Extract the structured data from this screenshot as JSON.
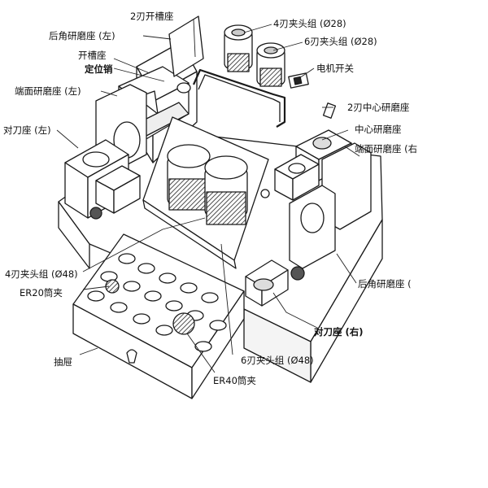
{
  "diagram": {
    "labels": {
      "slot_seat_2": "2刃开槽座",
      "clamp_4_28": "4刃夹头组 (Ø28)",
      "rear_angle_left": "后角研磨座 (左)",
      "clamp_6_28": "6刃夹头组 (Ø28)",
      "slot_seat": "开槽座",
      "locating_pin": "定位销",
      "motor_switch": "电机开关",
      "end_face_left": "端面研磨座 (左)",
      "center_2": "2刃中心研磨座",
      "center": "中心研磨座",
      "tool_seat_left": "对刀座 (左)",
      "end_face_right": "端面研磨座 (右",
      "clamp_4_48": "4刃夹头组 (Ø48)",
      "er20": "ER20筒夹",
      "rear_angle_right": "后角研磨座 (",
      "tool_seat_right": "对刀座 (右)",
      "drawer": "抽屉",
      "clamp_6_48": "6刃夹头组 (Ø48)",
      "er40": "ER40筒夹"
    }
  }
}
